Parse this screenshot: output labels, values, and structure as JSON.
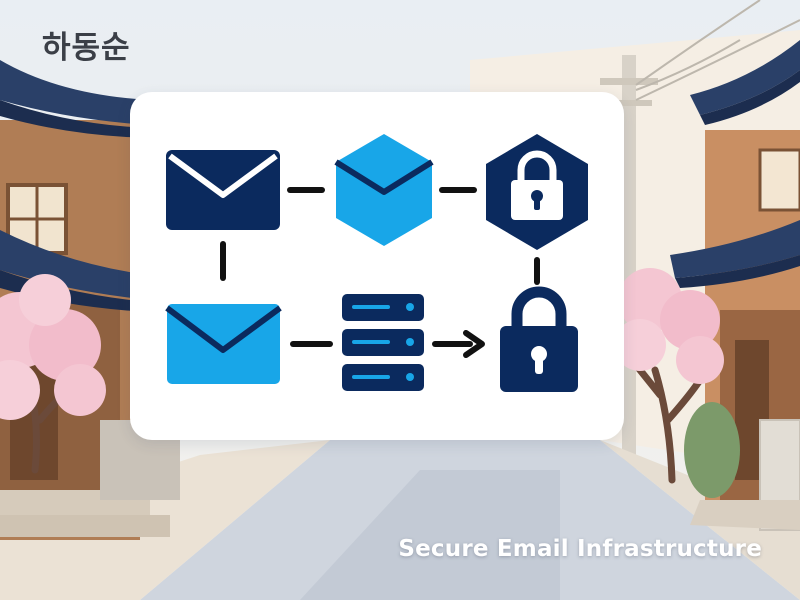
{
  "brand": {
    "name": "하동순"
  },
  "caption": {
    "text": "Secure Email Infrastructure"
  },
  "colors": {
    "navy": "#0b2a5e",
    "sky": "#18a6e8",
    "line": "#111111",
    "card": "#ffffff",
    "sky_bg": "#eef2f5",
    "road": "#cdd3dc",
    "blossom": "#f4c6d2",
    "roof": "#2a4068"
  },
  "diagram": {
    "nodes": [
      {
        "id": "envelope-top",
        "icon": "envelope-icon",
        "color": "navy"
      },
      {
        "id": "hexagon-envelope",
        "icon": "hexagon-envelope-icon",
        "color": "sky"
      },
      {
        "id": "hexagon-lock",
        "icon": "hexagon-lock-icon",
        "color": "navy"
      },
      {
        "id": "envelope-bottom",
        "icon": "envelope-icon",
        "color": "sky"
      },
      {
        "id": "server-stack",
        "icon": "server-icon",
        "color": "navy"
      },
      {
        "id": "padlock",
        "icon": "padlock-icon",
        "color": "navy"
      }
    ],
    "connectors": [
      {
        "from": "envelope-top",
        "to": "hexagon-envelope",
        "style": "dash"
      },
      {
        "from": "hexagon-envelope",
        "to": "hexagon-lock",
        "style": "dash"
      },
      {
        "from": "envelope-top",
        "to": "envelope-bottom",
        "style": "dash"
      },
      {
        "from": "hexagon-lock",
        "to": "padlock",
        "style": "dash"
      },
      {
        "from": "envelope-bottom",
        "to": "server-stack",
        "style": "dash"
      },
      {
        "from": "server-stack",
        "to": "padlock",
        "style": "arrow"
      }
    ]
  }
}
